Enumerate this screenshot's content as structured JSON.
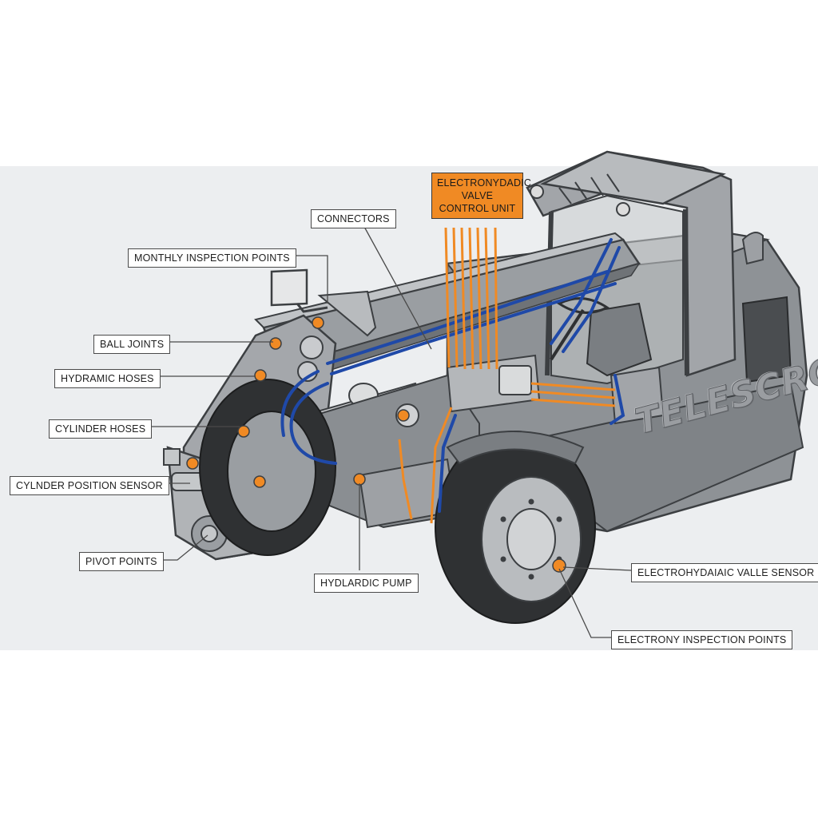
{
  "diagram": {
    "callouts": {
      "control_unit": [
        "ELECTRONYDADIC",
        "VALVE",
        "CONTROL UNIT"
      ],
      "connectors": "CONNECTORS",
      "monthly_inspection_points": "MONTHLY INSPECTION POINTS",
      "ball_joints": "BALL JOINTS",
      "hydramic_hoses": "HYDRAMIC HOSES",
      "cylinder_hoses": "CYLINDER HOSES",
      "cylinder_position_sensor": "CYLNDER POSITION SENSOR",
      "pivot_points": "PIVOT POINTS",
      "hydraulic_pump": "HYDLARDIC PUMP",
      "valve_sensor": "ELECTROHYDAIAIC VALLE SENSOR",
      "electrony_inspection_points": "ELECTRONY INSPECTION POINTS"
    },
    "vehicle_lettering": "TELESCRO",
    "colors": {
      "machine_gray": "#8e9296",
      "machine_light": "#b3b6b9",
      "outline": "#3c3f42",
      "hose_blue": "#1f49a8",
      "wire_orange": "#f08a24",
      "tire": "#2f3133",
      "backdrop": "#eceef0"
    }
  }
}
